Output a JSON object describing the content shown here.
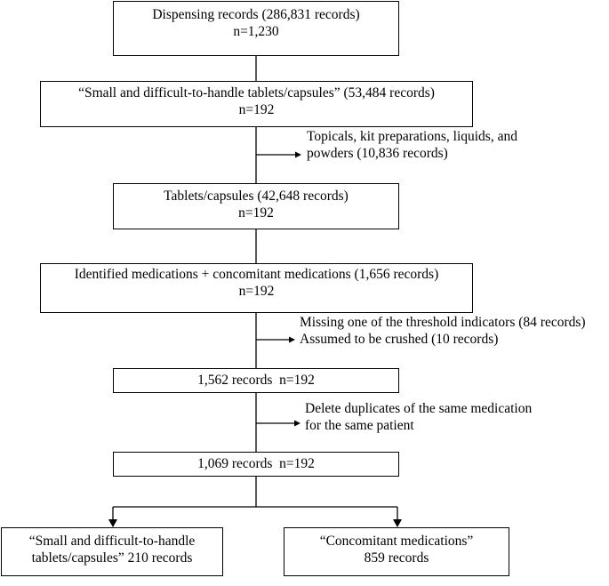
{
  "flowchart": {
    "box1": {
      "line1": "Dispensing records (286,831 records)",
      "line2": "n=1,230"
    },
    "box2": {
      "line1": "“Small and difficult-to-handle tablets/capsules” (53,484 records)",
      "line2": "n=192"
    },
    "exclusion1": {
      "line1": "Topicals, kit preparations, liquids, and",
      "line2": "powders (10,836 records)"
    },
    "box3": {
      "line1": "Tablets/capsules (42,648 records)",
      "line2": "n=192"
    },
    "box4": {
      "line1": "Identified medications + concomitant medications (1,656 records)",
      "line2": "n=192"
    },
    "exclusion2": {
      "line1": "Missing one of the threshold indicators (84 records)",
      "line2": "Assumed to be crushed (10 records)"
    },
    "box5": {
      "line1": "1,562 records  n=192"
    },
    "exclusion3": {
      "line1": "Delete duplicates of the same medication",
      "line2": "for the same patient"
    },
    "box6": {
      "line1": "1,069 records  n=192"
    },
    "box7": {
      "line1": "“Small and difficult-to-handle",
      "line2": "tablets/capsules” 210 records"
    },
    "box8": {
      "line1": "“Concomitant medications”",
      "line2": "859 records"
    }
  }
}
